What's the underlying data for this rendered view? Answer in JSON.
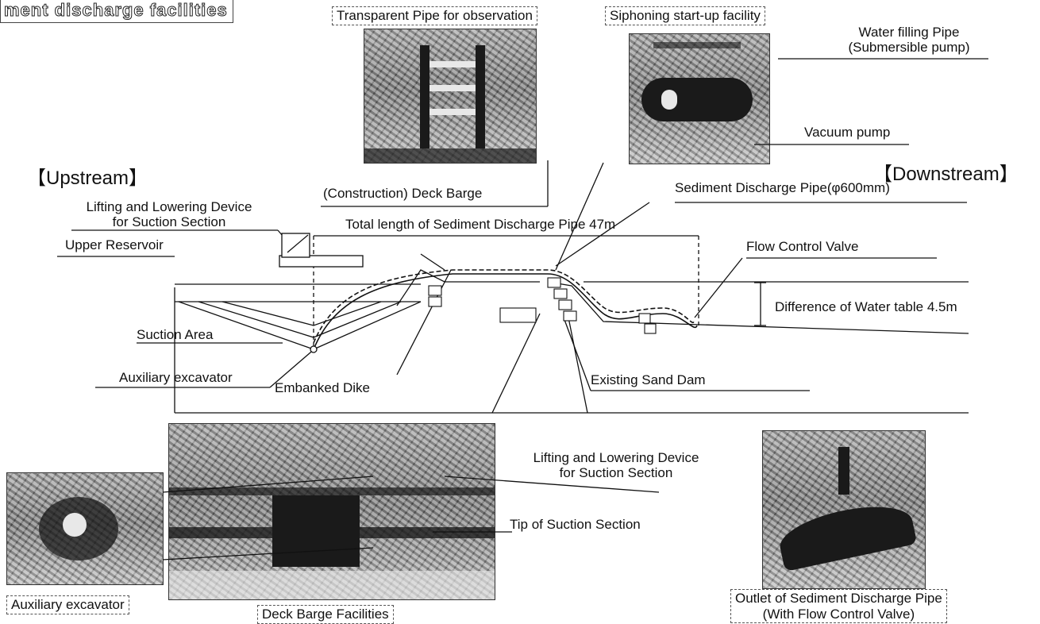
{
  "title_fragment": "ment discharge facilities",
  "photo_captions": {
    "transparent_pipe": "Transparent Pipe for observation",
    "siphoning": "Siphoning start-up facility",
    "auxiliary_excavator": "Auxiliary excavator",
    "deck_barge_facilities": "Deck Barge Facilities",
    "outlet": "Outlet of Sediment Discharge Pipe\n(With Flow Control Valve)"
  },
  "labels": {
    "upstream": "【Upstream】",
    "downstream": "【Downstream】",
    "water_filling_pipe": "Water filling Pipe\n(Submersible pump)",
    "vacuum_pump": "Vacuum pump",
    "deck_barge": "(Construction) Deck Barge",
    "sediment_pipe": "Sediment Discharge Pipe(φ600mm)",
    "lifting_device": "Lifting and Lowering Device\nfor Suction Section",
    "total_length": "Total length of Sediment Discharge Pipe  47m",
    "upper_reservoir": "Upper Reservoir",
    "flow_control_valve": "Flow Control Valve",
    "water_table_diff": "Difference of Water table 4.5m",
    "suction_area": "Suction Area",
    "auxiliary_excavator": "Auxiliary excavator",
    "embanked_dike": "Embanked Dike",
    "existing_sand_dam": "Existing Sand Dam",
    "lifting_device_2": "Lifting and Lowering Device\nfor Suction Section",
    "tip_suction": "Tip of Suction Section"
  }
}
